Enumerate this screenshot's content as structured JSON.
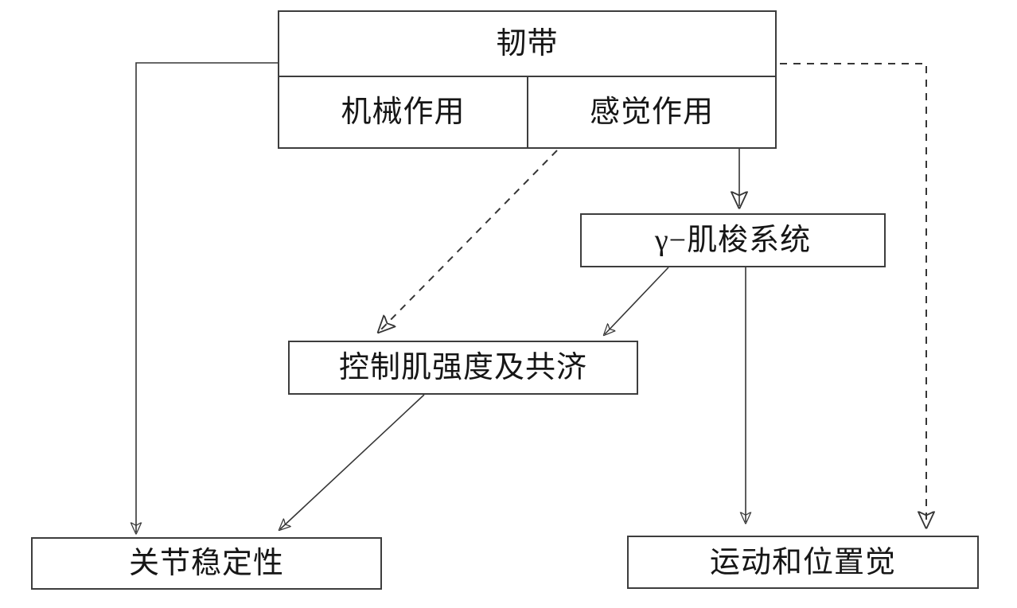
{
  "canvas": {
    "background": "#ffffff",
    "line_color": "#363636",
    "border_color": "#3d3d3d",
    "text_color": "#161616"
  },
  "nodes": {
    "ligament": {
      "label": "韧带"
    },
    "mechanical": {
      "label": "机械作用"
    },
    "sensory": {
      "label": "感觉作用"
    },
    "gamma_spindle": {
      "label": "γ−肌梭系统"
    },
    "muscle_control": {
      "label": "控制肌强度及共济"
    },
    "joint_stability": {
      "label": "关节稳定性"
    },
    "motion_sense": {
      "label": "运动和位置觉"
    }
  },
  "edges": [
    {
      "from": "ligament",
      "to": "joint_stability",
      "style": "solid",
      "route": "left-side elbow down"
    },
    {
      "from": "ligament",
      "to": "motion_sense",
      "style": "dashed",
      "route": "right-side elbow down"
    },
    {
      "from": "sensory",
      "to": "gamma_spindle",
      "style": "solid",
      "route": "straight down"
    },
    {
      "from": "sensory",
      "to": "muscle_control",
      "style": "dashed",
      "route": "diagonal down-left"
    },
    {
      "from": "gamma_spindle",
      "to": "muscle_control",
      "style": "solid",
      "route": "diagonal down-left"
    },
    {
      "from": "gamma_spindle",
      "to": "motion_sense",
      "style": "solid",
      "route": "straight down"
    },
    {
      "from": "muscle_control",
      "to": "joint_stability",
      "style": "solid",
      "route": "diagonal down-left"
    }
  ]
}
